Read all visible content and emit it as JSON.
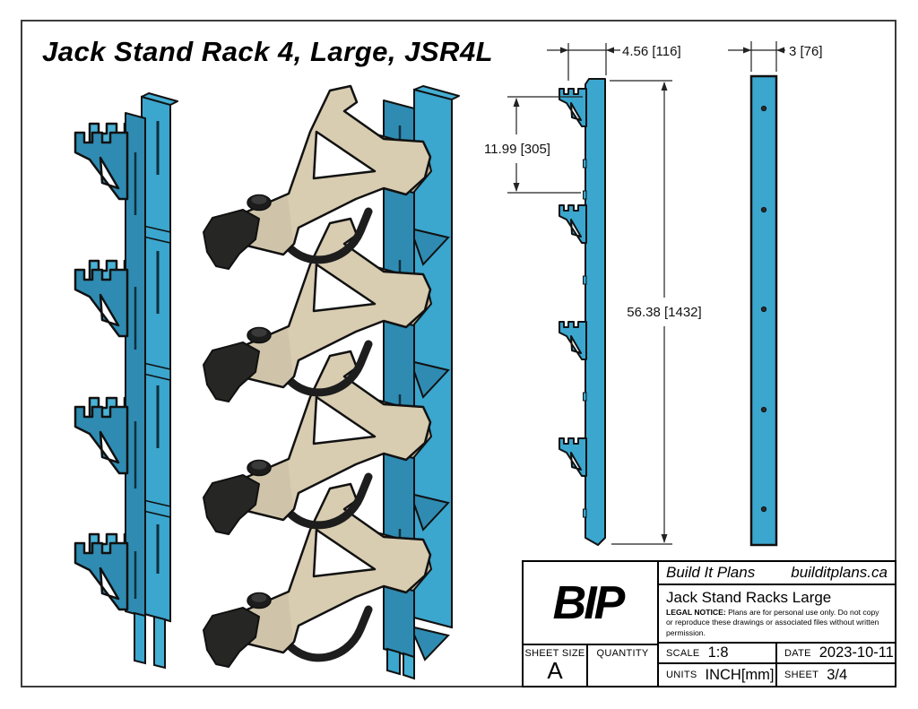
{
  "title": "Jack Stand Rack 4, Large, JSR4L",
  "dimensions": {
    "depth": "4.56 [116]",
    "spacing": "11.99 [305]",
    "height": "56.38 [1432]",
    "width": "3 [76]"
  },
  "title_block": {
    "logo": "BIP",
    "company": "Build It Plans",
    "website": "builditplans.ca",
    "drawing_title": "Jack Stand Racks Large",
    "legal_label": "LEGAL NOTICE:",
    "legal_text": "Plans are for personal use only. Do not copy or reproduce these drawings or associated files without written permission.",
    "sheet_size_label": "SHEET SIZE",
    "sheet_size_value": "A",
    "quantity_label": "QUANTITY",
    "quantity_value": "",
    "scale_label": "SCALE",
    "scale_value": "1:8",
    "date_label": "DATE",
    "date_value": "2023-10-11",
    "units_label": "UNITS",
    "units_value": "INCH[mm]",
    "sheet_label": "SHEET",
    "sheet_value": "3/4"
  },
  "colors": {
    "rail_teal": "#3BA6CE",
    "rail_teal_dark": "#2F8BB1",
    "rail_teal_light": "#49B2D6",
    "bracket_tan": "#D8CCB1",
    "bracket_tan_shadow": "#C9BD9F",
    "hardware_black": "#262624",
    "line": "#111111"
  }
}
